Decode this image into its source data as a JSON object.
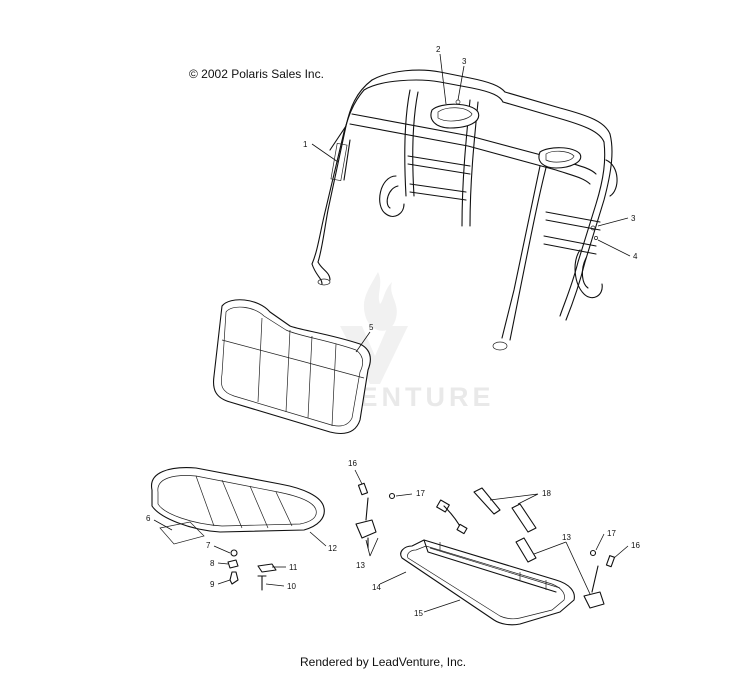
{
  "copyright": "© 2002 Polaris Sales Inc.",
  "watermark": "LEADVENTURE",
  "footer": "Rendered by LeadVenture, Inc.",
  "callouts": {
    "c1": "1",
    "c2": "2",
    "c3a": "3",
    "c3b": "3",
    "c4": "4",
    "c5": "5",
    "c6": "6",
    "c7": "7",
    "c8": "8",
    "c9": "9",
    "c10": "10",
    "c11": "11",
    "c12": "12",
    "c13a": "13",
    "c13b": "13",
    "c14": "14",
    "c15": "15",
    "c16a": "16",
    "c16b": "16",
    "c17a": "17",
    "c17b": "17",
    "c18": "18"
  }
}
